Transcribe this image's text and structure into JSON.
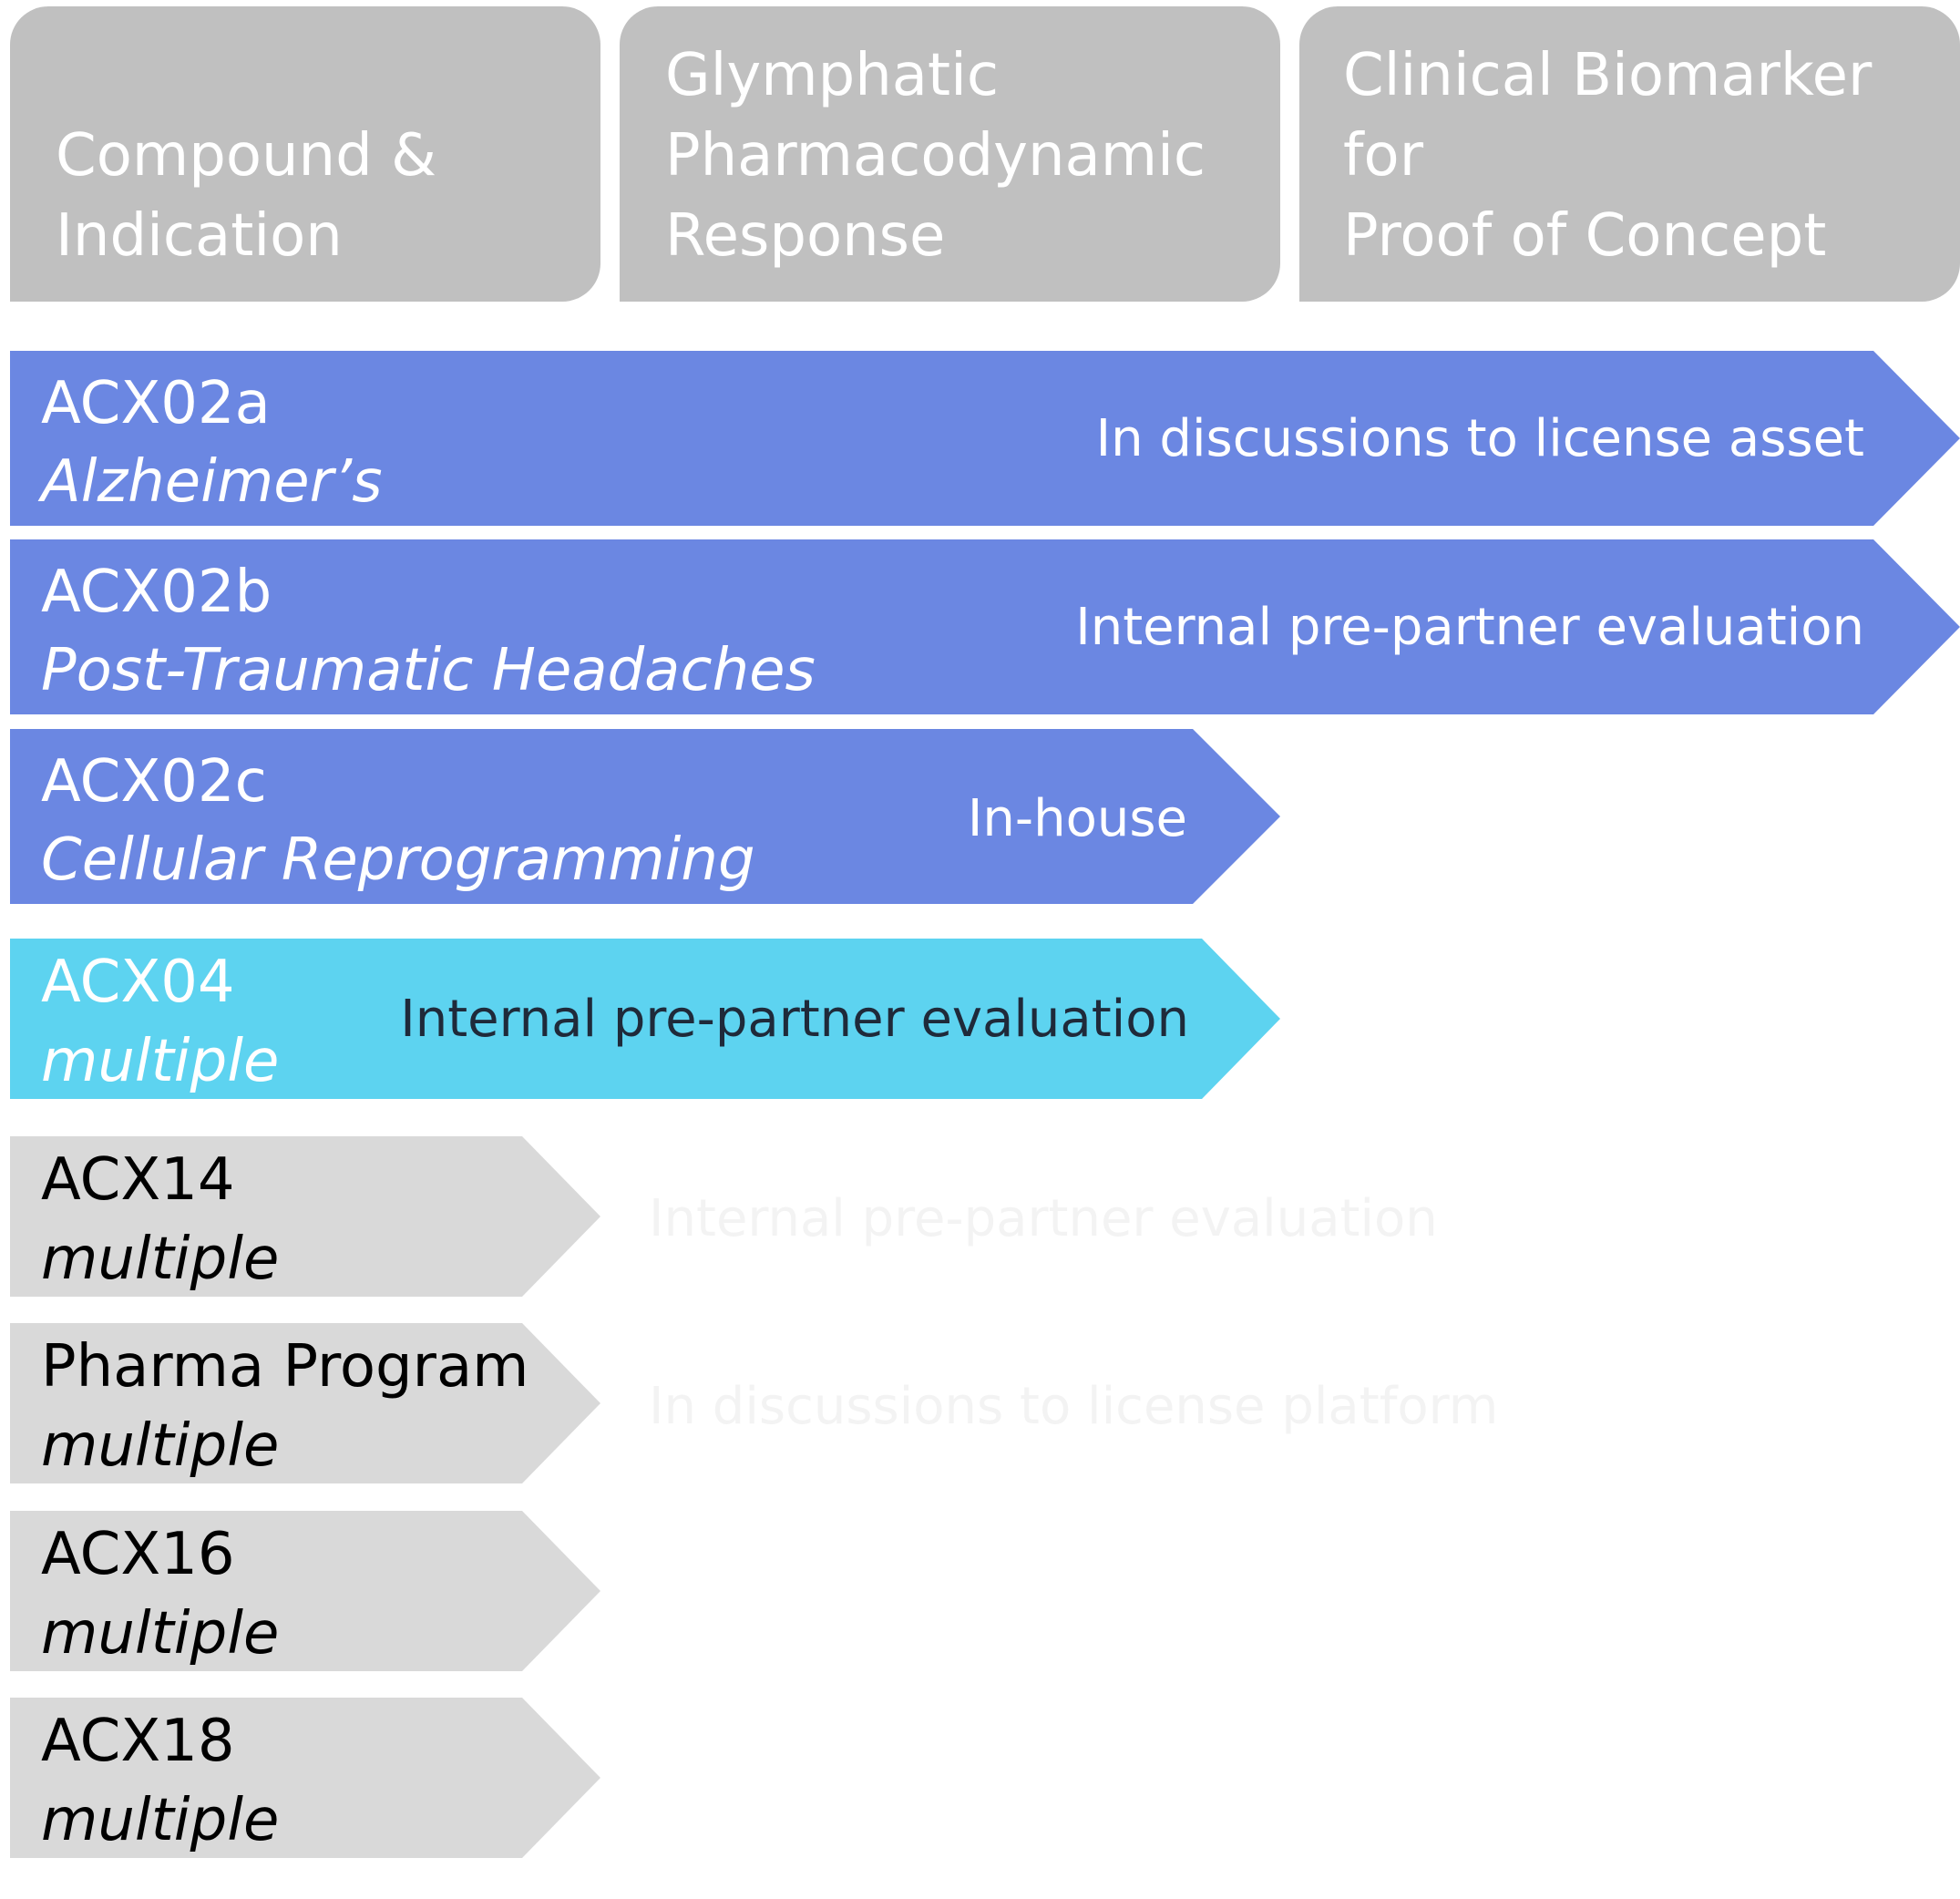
{
  "colors": {
    "header_bg": "#c0c0c0",
    "header_text": "#ffffff",
    "blue": "#6b87e2",
    "cyan": "#5dd3f0",
    "grey": "#d9d9d9"
  },
  "headers": [
    "Compound &\nIndication",
    "Glymphatic\nPharmacodynamic\nResponse",
    "Clinical Biomarker for\nProof of Concept"
  ],
  "rows": [
    {
      "code": "ACX02a",
      "indication": "Alzheimer’s",
      "status": "In discussions to license asset",
      "stage": "Clinical Biomarker for Proof of Concept",
      "color": "blue"
    },
    {
      "code": "ACX02b",
      "indication": "Post-Traumatic Headaches",
      "status": "Internal pre-partner evaluation",
      "stage": "Clinical Biomarker for Proof of Concept",
      "color": "blue"
    },
    {
      "code": "ACX02c",
      "indication": "Cellular Reprogramming",
      "status": "In-house",
      "stage": "Glymphatic Pharmacodynamic Response",
      "color": "blue"
    },
    {
      "code": "ACX04",
      "indication": "multiple",
      "status": "Internal pre-partner evaluation",
      "stage": "Glymphatic Pharmacodynamic Response",
      "color": "cyan"
    },
    {
      "code": "ACX14",
      "indication": "multiple",
      "status": "Internal pre-partner evaluation",
      "stage": "Compound & Indication",
      "color": "grey"
    },
    {
      "code": "Pharma Program",
      "indication": "multiple",
      "status": "In discussions to license platform",
      "stage": "Compound & Indication",
      "color": "grey"
    },
    {
      "code": "ACX16",
      "indication": "multiple",
      "status": "",
      "stage": "Compound & Indication",
      "color": "grey"
    },
    {
      "code": "ACX18",
      "indication": "multiple",
      "status": "",
      "stage": "Compound & Indication",
      "color": "grey"
    }
  ]
}
